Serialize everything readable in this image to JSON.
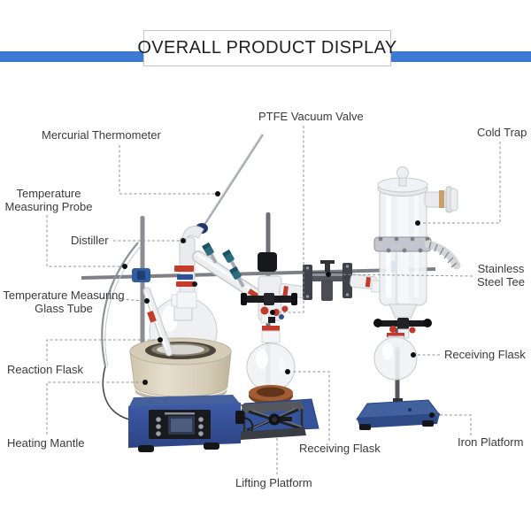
{
  "header": {
    "title": "OVERALL PRODUCT DISPLAY"
  },
  "labels": {
    "mercurial_thermometer": "Mercurial Thermometer",
    "temperature_measuring_probe": "Temperature Measuring Probe",
    "distiller": "Distiller",
    "temperature_measuring_glass_tube": "Temperature Measuring Glass Tube",
    "reaction_flask": "Reaction Flask",
    "heating_mantle": "Heating Mantle",
    "ptfe_vacuum_valve": "PTFE Vacuum Valve",
    "cold_trap": "Cold Trap",
    "stainless_steel_tee": "Stainless Steel Tee",
    "receiving_flask_right": "Receiving Flask",
    "iron_platform": "Iron Platform",
    "receiving_flask_bottom": "Receiving Flask",
    "lifting_platform": "Lifting Platform"
  },
  "colors": {
    "header_bar": "#3e7ad2",
    "label_text": "#3a3a3a",
    "leader_line": "#8f9296",
    "platform_blue": "#34539a",
    "mantle_beige": "#d6cdb8",
    "cork_brown": "#94522c",
    "clamp_red": "#c23b2b",
    "cap_teal": "#2a6b7d",
    "cap_navy": "#25386b",
    "glass": "#eef0f3"
  }
}
